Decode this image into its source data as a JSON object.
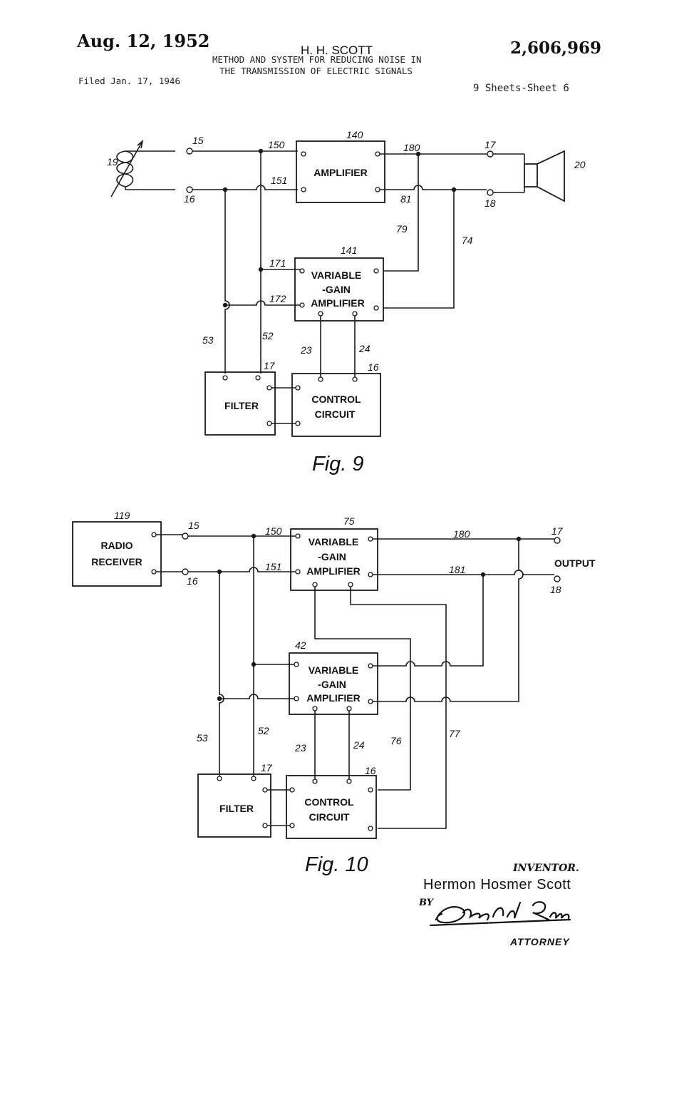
{
  "header": {
    "date": "Aug. 12, 1952",
    "inventor_short": "H. H. SCOTT",
    "patent_number": "2,606,969",
    "title_line1": "METHOD AND SYSTEM FOR REDUCING NOISE IN",
    "title_line2": "THE TRANSMISSION OF ELECTRIC SIGNALS",
    "filed": "Filed Jan. 17, 1946",
    "sheet": "9 Sheets-Sheet 6"
  },
  "fig9": {
    "caption": "Fig. 9",
    "blocks": {
      "amplifier": "AMPLIFIER",
      "vga_line1": "VARIABLE",
      "vga_line2": "-GAIN",
      "vga_line3": "AMPLIFIER",
      "filter": "FILTER",
      "control_line1": "CONTROL",
      "control_line2": "CIRCUIT"
    },
    "refs": {
      "coil": "19",
      "in_top": "15",
      "in_bot": "16",
      "amp": "140",
      "amp_in1": "150",
      "amp_in2": "151",
      "amp_out1": "180",
      "amp_out2": "81",
      "out_top": "17",
      "out_bot": "18",
      "speaker": "20",
      "w79": "79",
      "w74": "74",
      "vga": "141",
      "vga_in1": "171",
      "vga_in2": "172",
      "w53": "53",
      "w52": "52",
      "w23": "23",
      "w24": "24",
      "filter": "17",
      "control": "16"
    }
  },
  "fig10": {
    "caption": "Fig. 10",
    "output_label": "OUTPUT",
    "blocks": {
      "radio_line1": "RADIO",
      "radio_line2": "RECEIVER",
      "vga_line1": "VARIABLE",
      "vga_line2": "-GAIN",
      "vga_line3": "AMPLIFIER",
      "filter": "FILTER",
      "control_line1": "CONTROL",
      "control_line2": "CIRCUIT"
    },
    "refs": {
      "radio": "119",
      "in_top": "15",
      "in_bot": "16",
      "vga_top": "75",
      "vga_in1": "150",
      "vga_in2": "151",
      "w180": "180",
      "w181": "181",
      "out_top": "17",
      "out_bot": "18",
      "vga_mid": "42",
      "w53": "53",
      "w52": "52",
      "w23": "23",
      "w24": "24",
      "w76": "76",
      "w77": "77",
      "filter": "17",
      "control": "16"
    }
  },
  "signature": {
    "inventor_label": "INVENTOR.",
    "inventor_name": "Hermon Hosmer Scott",
    "by": "BY",
    "attorney_signature": "David Rines",
    "attorney_label": "ATTORNEY"
  },
  "colors": {
    "ink": "#1a1a1a",
    "paper": "#ffffff"
  }
}
